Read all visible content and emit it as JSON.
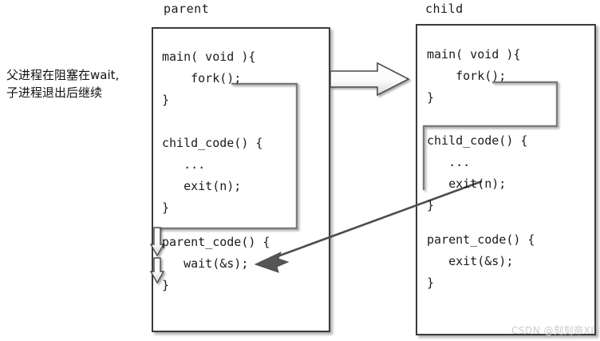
{
  "diagram": {
    "title_parent": "parent",
    "title_child": "child",
    "annotation_line1": "父进程在阻塞在wait,",
    "annotation_line2": "子进程退出后继续",
    "watermark": "CSDN @刻刻帝XI",
    "colors": {
      "box_border": "#3a3a3a",
      "text": "#1a1a1a",
      "flow_line": "#6e6e6e",
      "arrow_fill": "#ffffff",
      "arrow_stroke": "#555555",
      "watermark": "#c9c9c9",
      "background": "#ffffff"
    },
    "parent_box": {
      "main_fn": "main( void ){\n    fork();\n}",
      "child_code_fn": "child_code() {\n   ...\n   exit(n);\n}",
      "parent_code_fn": "parent_code() {\n   wait(&s);\n}"
    },
    "child_box": {
      "main_fn": "main( void ){\n    fork();\n}",
      "child_code_fn": "child_code() {\n   ...\n   exit(n);\n}",
      "parent_code_fn": "parent_code() {\n   exit(&s);\n}"
    },
    "arrows": {
      "fork_arrow_label": "fork-spawn-arrow",
      "exit_to_wait_label": "child-exit-to-parent-wait-arrow",
      "parent_resume_label": "parent-resume-down-arrows"
    }
  }
}
